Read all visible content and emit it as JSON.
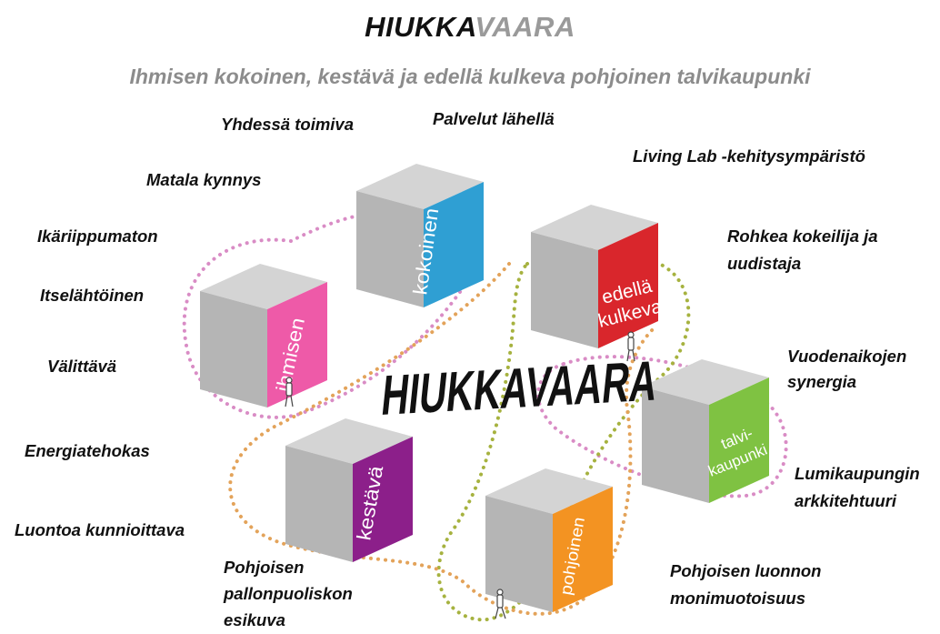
{
  "header": {
    "title_part1": "HIUKKA",
    "title_part2": "VAARA",
    "subtitle": "Ihmisen kokoinen, kestävä ja edellä kulkeva pohjoinen talvikaupunki"
  },
  "center_text": "HIUKKAVAARA",
  "colors": {
    "kokoinen": "#2f9fd3",
    "ihmisen": "#ee5aa8",
    "edella_kulkeva": "#d9262c",
    "talvikaupunki": "#7fc242",
    "kestava": "#8c1f8a",
    "pohjoinen": "#f39322",
    "cube_gray": "#b5b5b5",
    "cube_light": "#d4d4d4",
    "loop_pink": "#d98cc5",
    "loop_green": "#a6b23f",
    "loop_orange": "#e3a35a"
  },
  "cubes": {
    "kokoinen": "kokoinen",
    "ihmisen": "ihmisen",
    "edella_line1": "edellä",
    "edella_line2": "kulkeva",
    "talvi_line1": "talvi-",
    "talvi_line2": "kaupunki",
    "kestava": "kestävä",
    "pohjoinen": "pohjoinen"
  },
  "labels": {
    "yhdessa": "Yhdessä toimiva",
    "palvelut": "Palvelut lähellä",
    "living_lab": "Living Lab -kehitysympäristö",
    "matala": "Matala kynnys",
    "ikariippumaton": "Ikäriippumaton",
    "rohkea_1": "Rohkea kokeilija ja",
    "rohkea_2": "uudistaja",
    "itselahtoinen": "Itselähtöinen",
    "vuodenaikojen_1": "Vuodenaikojen",
    "vuodenaikojen_2": "synergia",
    "valittava": "Välittävä",
    "energiatehokas": "Energiatehokas",
    "lumikaupungin_1": "Lumikaupungin",
    "lumikaupungin_2": "arkkitehtuuri",
    "luontoa": "Luontoa kunnioittava",
    "pohjoisen_p_1": "Pohjoisen",
    "pohjoisen_p_2": "pallonpuoliskon",
    "pohjoisen_p_3": "esikuva",
    "pohjoisen_l_1": "Pohjoisen luonnon",
    "pohjoisen_l_2": "monimuotoisuus"
  }
}
